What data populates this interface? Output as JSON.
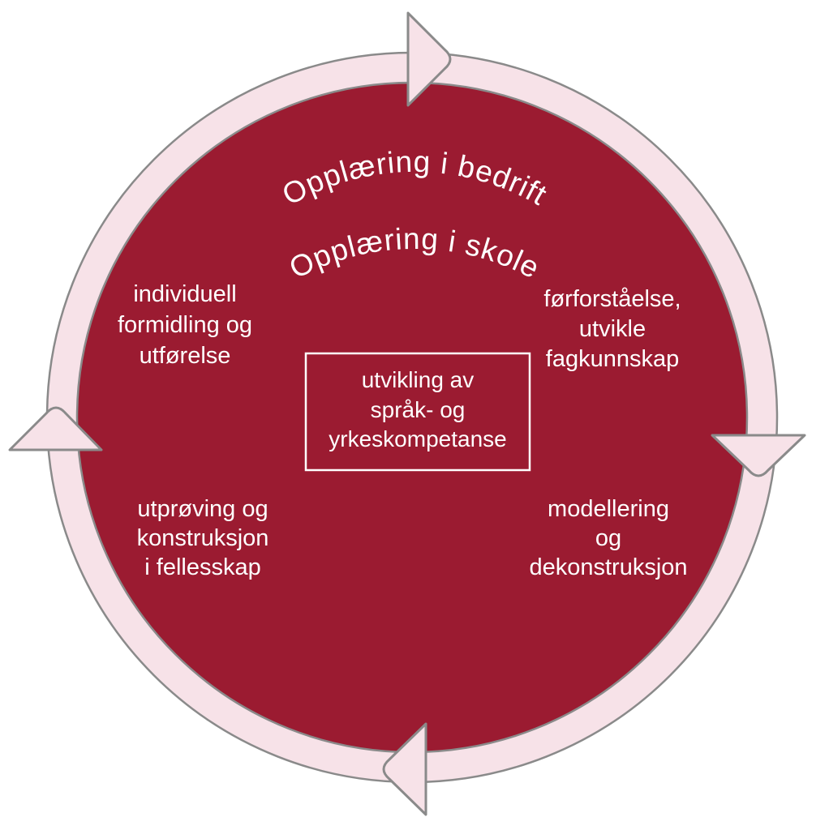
{
  "diagram": {
    "title_arcs": {
      "outer": "Opplæring i bedrift",
      "inner": "Opplæring i skole"
    },
    "quadrants": {
      "top_left": {
        "lines": [
          "individuell",
          "formidling og",
          "utførelse"
        ]
      },
      "top_right": {
        "lines": [
          "førforståelse,",
          "utvikle",
          "fagkunnskap"
        ]
      },
      "bottom_left": {
        "lines": [
          "utprøving og",
          "konstruksjon",
          "i fellesskap"
        ]
      },
      "bottom_right": {
        "lines": [
          "modellering",
          "og",
          "dekonstruksjon"
        ]
      }
    },
    "center_box": {
      "lines": [
        "utvikling av",
        "språk- og",
        "yrkeskompetanse"
      ]
    },
    "cycle_direction": "clockwise",
    "colors": {
      "circle_fill": "#9B1B31",
      "ring_fill": "#F7E2E8",
      "outline_gray": "#8A8A8A",
      "text_white": "#FFFFFF"
    }
  }
}
